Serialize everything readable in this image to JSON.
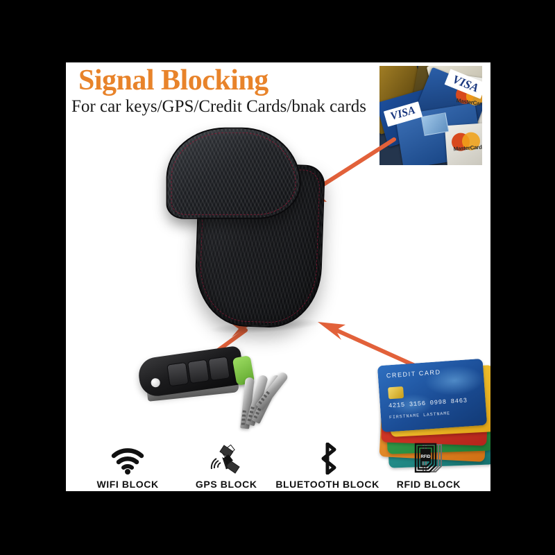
{
  "banner": {
    "title": "Signal Blocking",
    "subtitle": "For car keys/GPS/Credit Cards/bnak cards",
    "title_color": "#E8832A",
    "arrow_color": "#E2613A",
    "background_color": "#FFFFFF",
    "letterbox_color": "#000000"
  },
  "product": {
    "name": "carbon-fiber-signal-blocking-pouch",
    "body_color": "#15171A",
    "stitch_color": "#8C1A36"
  },
  "inset_photo": {
    "name": "credit-cards-photo",
    "visa_label": "VISA",
    "mastercard_label": "MasterCard"
  },
  "card_stack": {
    "name": "credit-card-stack-photo",
    "card_title": "CREDIT CARD",
    "card_number": "4215 3156 0998 8463",
    "card_name": "FIRSTNAME LASTNAME",
    "card_colors": [
      "#1B4D96",
      "#E0A417",
      "#B3241B",
      "#1D7A36",
      "#CF6F13",
      "#15706D"
    ]
  },
  "keys_photo": {
    "name": "car-key-fob-photo"
  },
  "arrows": [
    {
      "name": "arrow-from-cards-inset-to-pouch",
      "direction": "down-left"
    },
    {
      "name": "arrow-from-keys-to-pouch",
      "direction": "up-right"
    },
    {
      "name": "arrow-from-card-stack-to-pouch",
      "direction": "up-left"
    }
  ],
  "features": [
    {
      "label": "WIFI BLOCK",
      "icon": "wifi-icon"
    },
    {
      "label": "GPS BLOCK",
      "icon": "satellite-icon"
    },
    {
      "label": "BLUETOOTH BLOCK",
      "icon": "bluetooth-icon"
    },
    {
      "label": "RFID BLOCK",
      "icon": "rfid-icon",
      "icon_text": "RFID"
    }
  ]
}
